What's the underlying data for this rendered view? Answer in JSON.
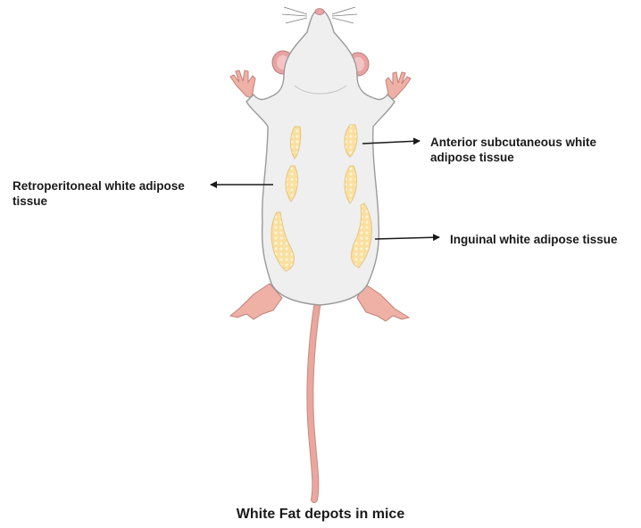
{
  "labels": {
    "retroperitoneal": "Retroperitoneal white adipose tissue",
    "anterior": "Anterior subcutaneous white adipose tissue",
    "inguinal": "Inguinal white adipose tissue"
  },
  "caption": "White Fat depots in mice",
  "colors": {
    "body": "#efefef",
    "outline": "#9a9a9a",
    "ears": "#e8a3a3",
    "paws": "#efb0a6",
    "tail": "#e9a79d",
    "fat": "#f9dfa0",
    "arrow": "#1a1a1a"
  }
}
